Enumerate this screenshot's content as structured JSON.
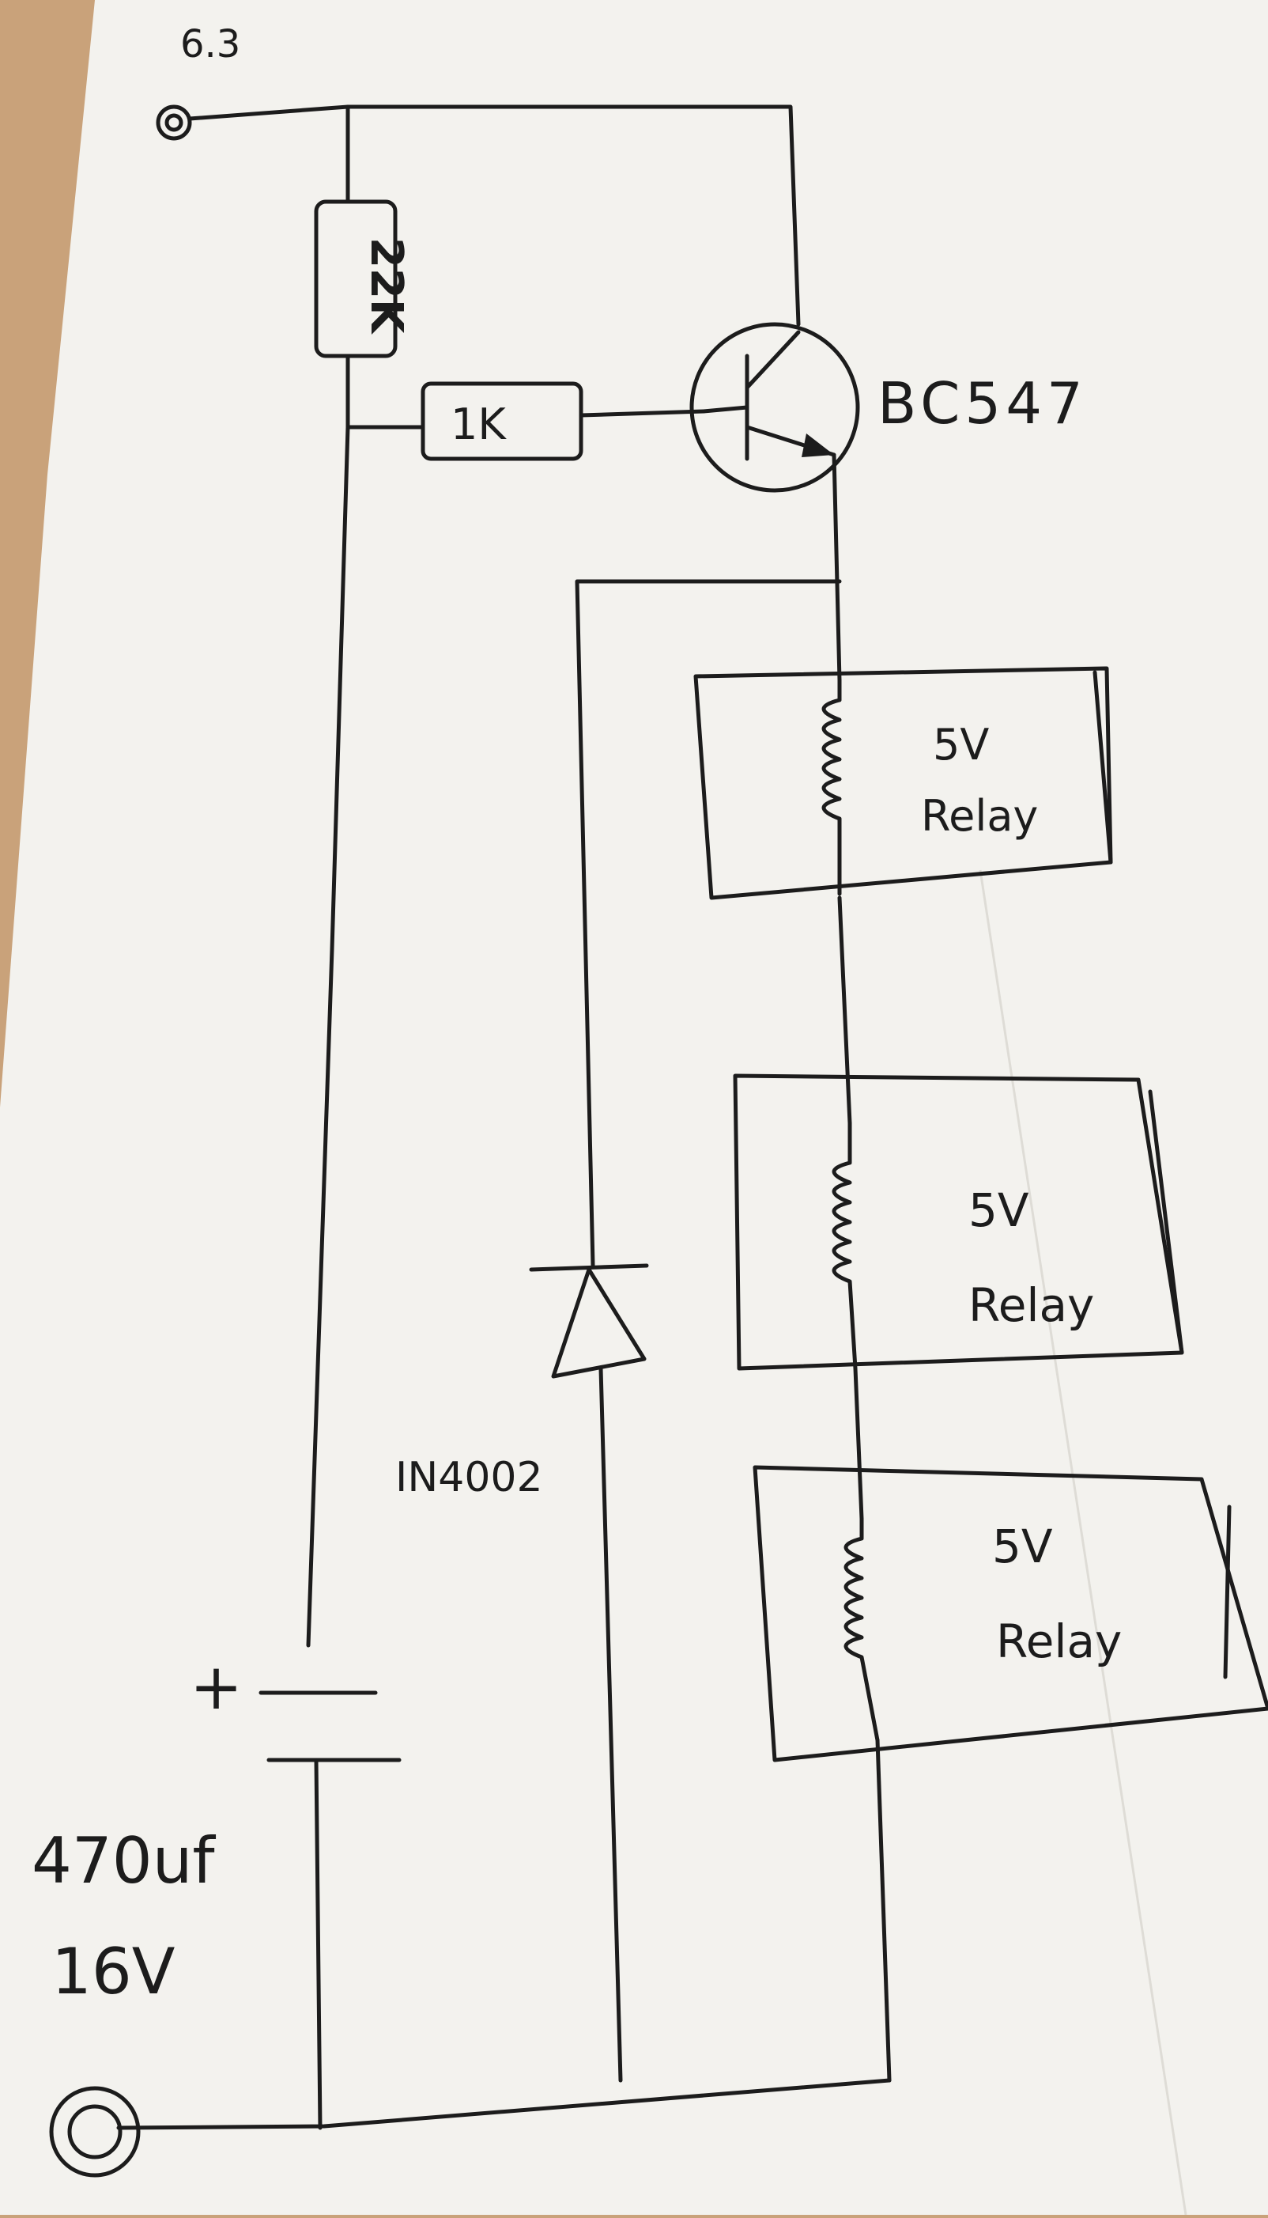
{
  "colors": {
    "paper": "#f3f2ee",
    "desk": "#c9a27a",
    "ink": "#1c1c1c"
  },
  "terminals": {
    "top": {
      "label": "6.3"
    },
    "bottom": {
      "label": ""
    }
  },
  "components": {
    "resistor_pullup": {
      "label": "22K"
    },
    "resistor_base": {
      "label": "1K"
    },
    "transistor": {
      "label": "BC547"
    },
    "relays": [
      {
        "line1": "5V",
        "line2": "Relay"
      },
      {
        "line1": "5V",
        "line2": "Relay"
      },
      {
        "line1": "5V",
        "line2": "Relay"
      }
    ],
    "diode": {
      "label": "IN4002"
    },
    "capacitor": {
      "polarity": "+",
      "line1": "470uf",
      "line2": "16V"
    }
  }
}
